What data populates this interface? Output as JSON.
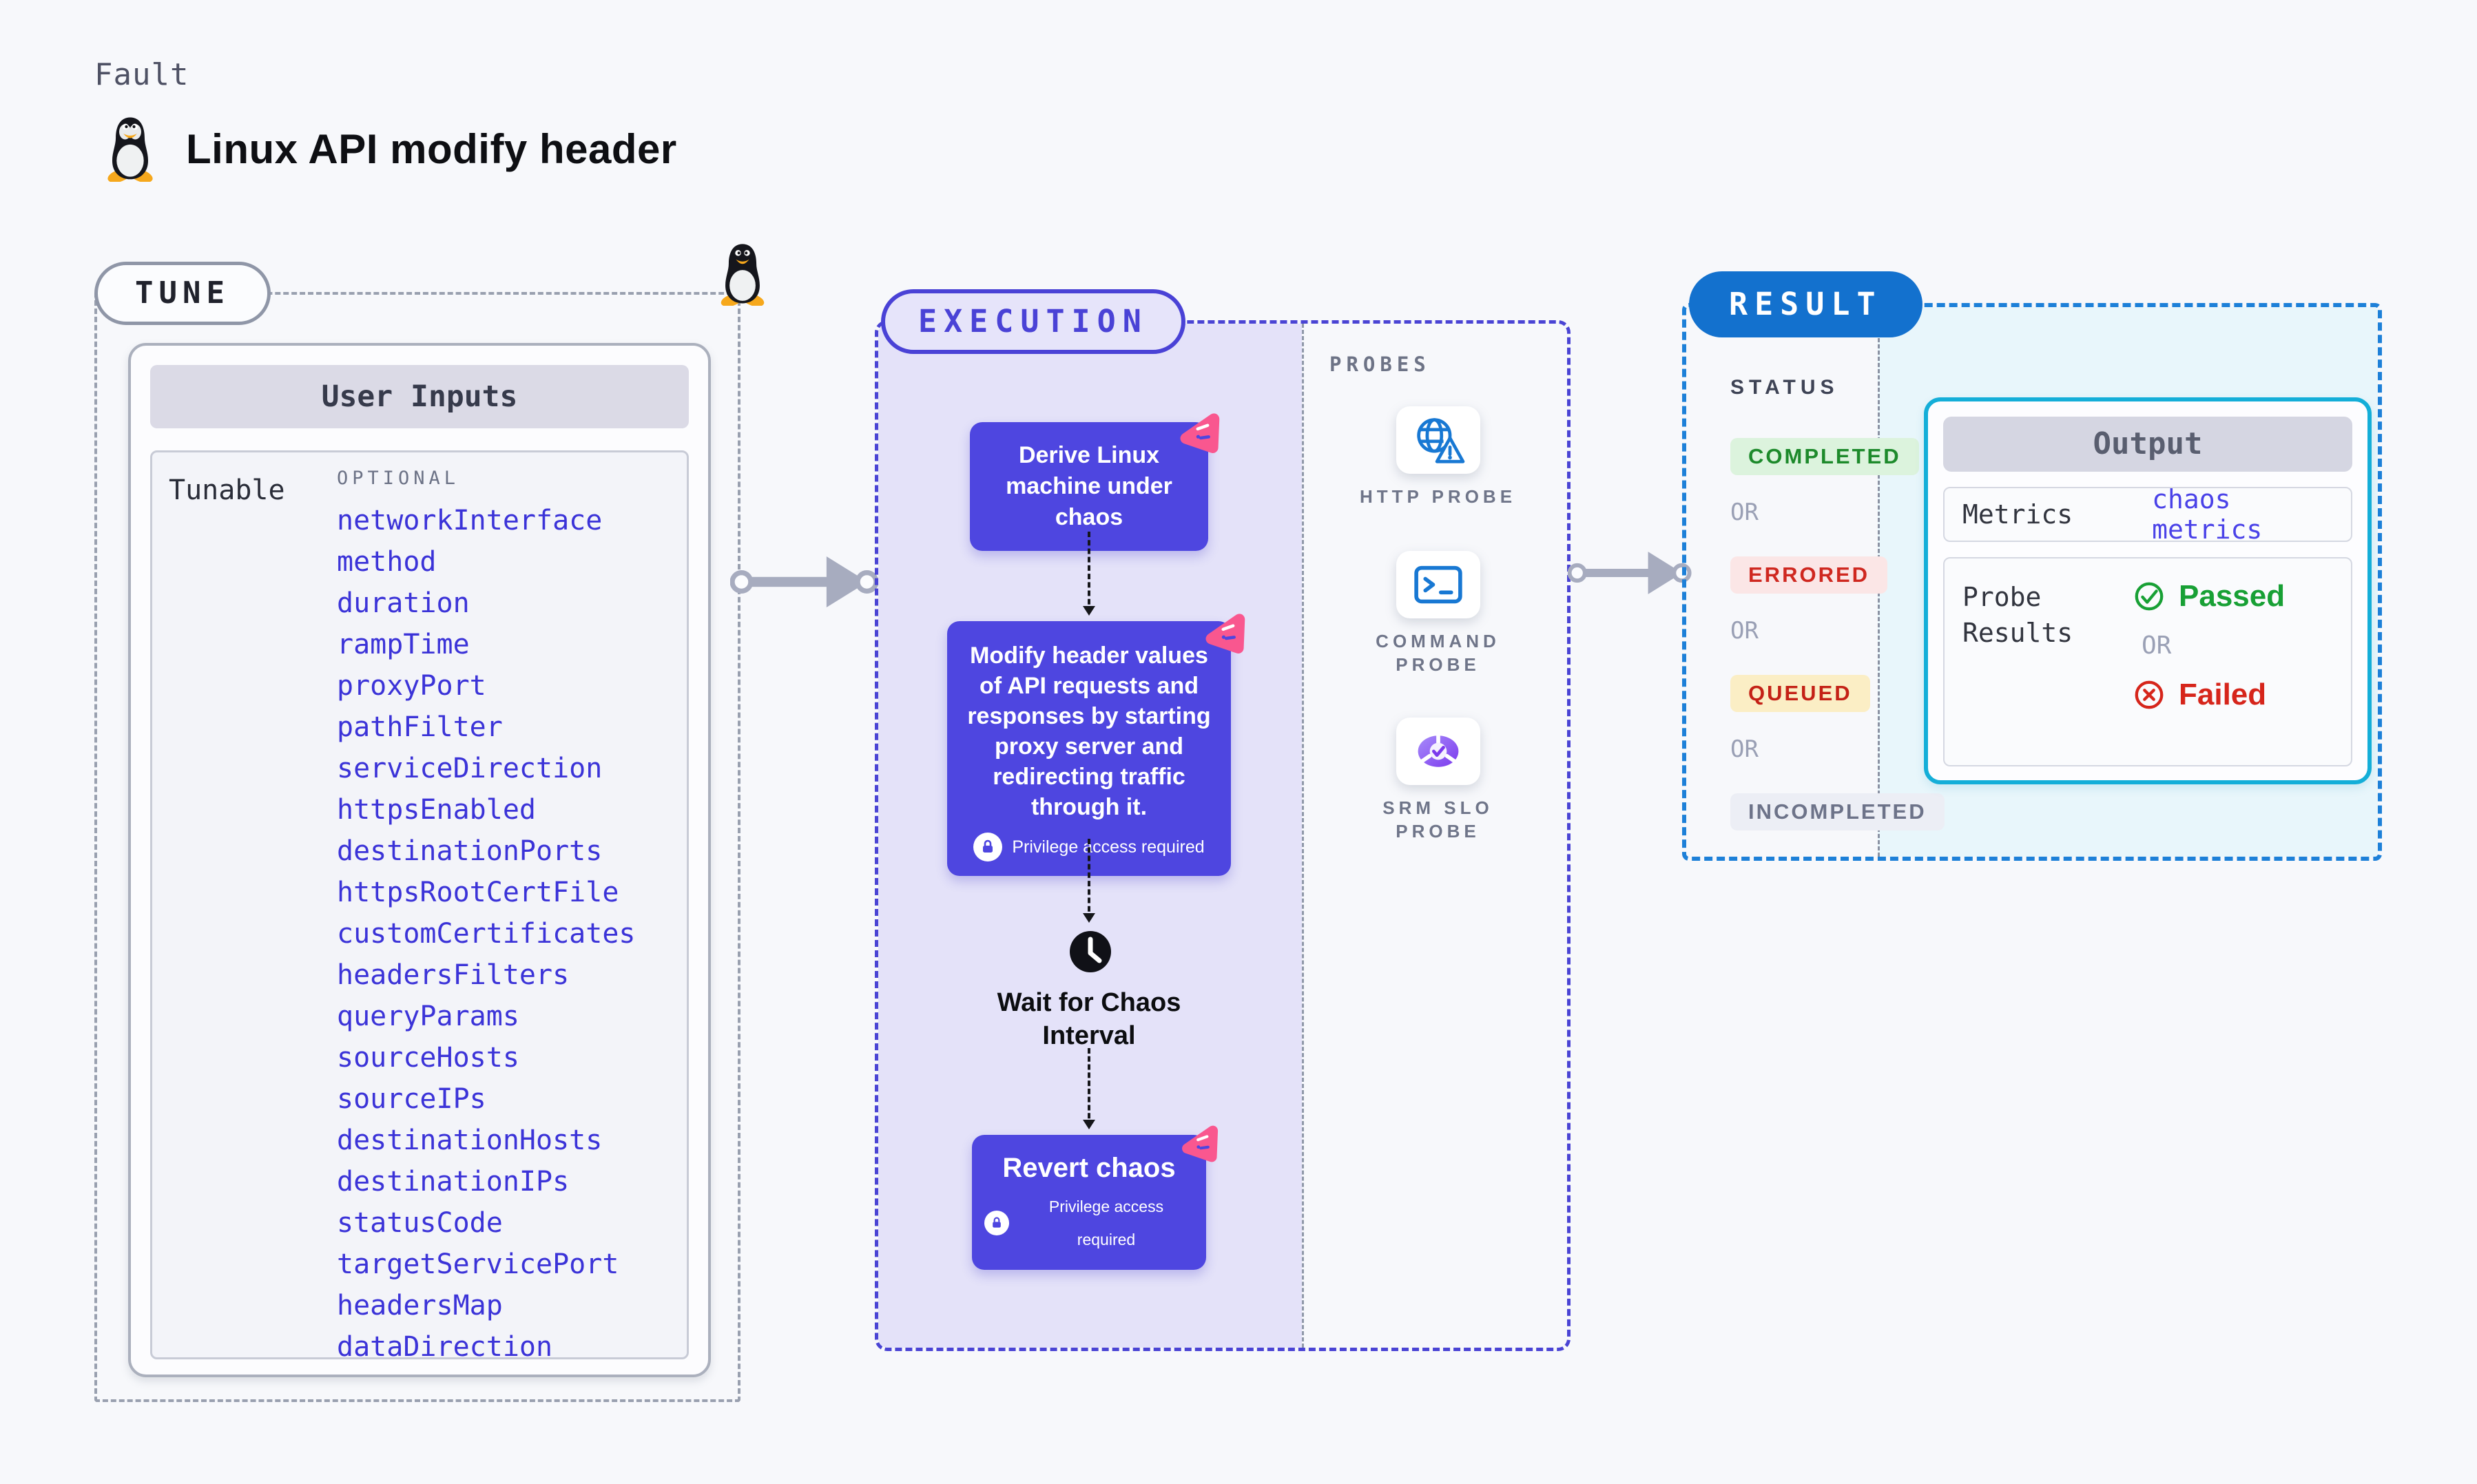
{
  "header": {
    "eyebrow": "Fault",
    "title": "Linux API modify header"
  },
  "tune": {
    "badge": "TUNE",
    "card_title": "User Inputs",
    "row_label": "Tunable",
    "optional_label": "OPTIONAL",
    "params": [
      "networkInterface",
      "method",
      "duration",
      "rampTime",
      "proxyPort",
      "pathFilter",
      "serviceDirection",
      "httpsEnabled",
      "destinationPorts",
      "httpsRootCertFile",
      "customCertificates",
      "headersFilters",
      "queryParams",
      "sourceHosts",
      "sourceIPs",
      "destinationHosts",
      "destinationIPs",
      "statusCode",
      "targetServicePort",
      "headersMap",
      "dataDirection"
    ]
  },
  "execution": {
    "badge": "EXECUTION",
    "step1": "Derive Linux machine under chaos",
    "step2": "Modify header values of API requests and responses by starting proxy server and redirecting traffic through it.",
    "step2_privilege": "Privilege access required",
    "wait_step": "Wait for Chaos Interval",
    "revert_step": "Revert chaos",
    "revert_privilege": "Privilege access required"
  },
  "probes": {
    "label": "PROBES",
    "items": [
      {
        "name": "HTTP PROBE",
        "icon": "globe-warning-icon"
      },
      {
        "name": "COMMAND PROBE",
        "icon": "terminal-icon"
      },
      {
        "name": "SRM SLO PROBE",
        "icon": "slo-donut-check-icon"
      }
    ]
  },
  "result": {
    "badge": "RESULT",
    "status_label": "STATUS",
    "or_label": "OR",
    "statuses": [
      {
        "label": "COMPLETED",
        "text_color": "#1D8A2B",
        "bg_color": "#DCF3DD"
      },
      {
        "label": "ERRORED",
        "text_color": "#CF2820",
        "bg_color": "#FBE6E6"
      },
      {
        "label": "QUEUED",
        "text_color": "#C42116",
        "bg_color": "#FBEEC5"
      },
      {
        "label": "INCOMPLETED",
        "text_color": "#6D7389",
        "bg_color": "#ECEEF5"
      }
    ],
    "output": {
      "title": "Output",
      "metrics_label": "Metrics",
      "metrics_link": "chaos metrics",
      "probe_results_label": "Probe Results",
      "passed_label": "Passed",
      "failed_label": "Failed"
    }
  },
  "colors": {
    "page_background": "#F7F8FB",
    "indigo_step": "#4E46E0",
    "execution_border": "#4A42D6",
    "execution_fill": "#E4E2F9",
    "pink_chaos": "#F9578F",
    "result_blue": "#1371CE",
    "output_cyan_border": "#14AED8",
    "cyan_panel": "#E8F6FB",
    "param_link": "#3B33D8",
    "passed_green": "#18A035",
    "failed_red": "#D6251B",
    "probe_icon_blue": "#1878D3",
    "srm_purple": "#7C3AED"
  }
}
